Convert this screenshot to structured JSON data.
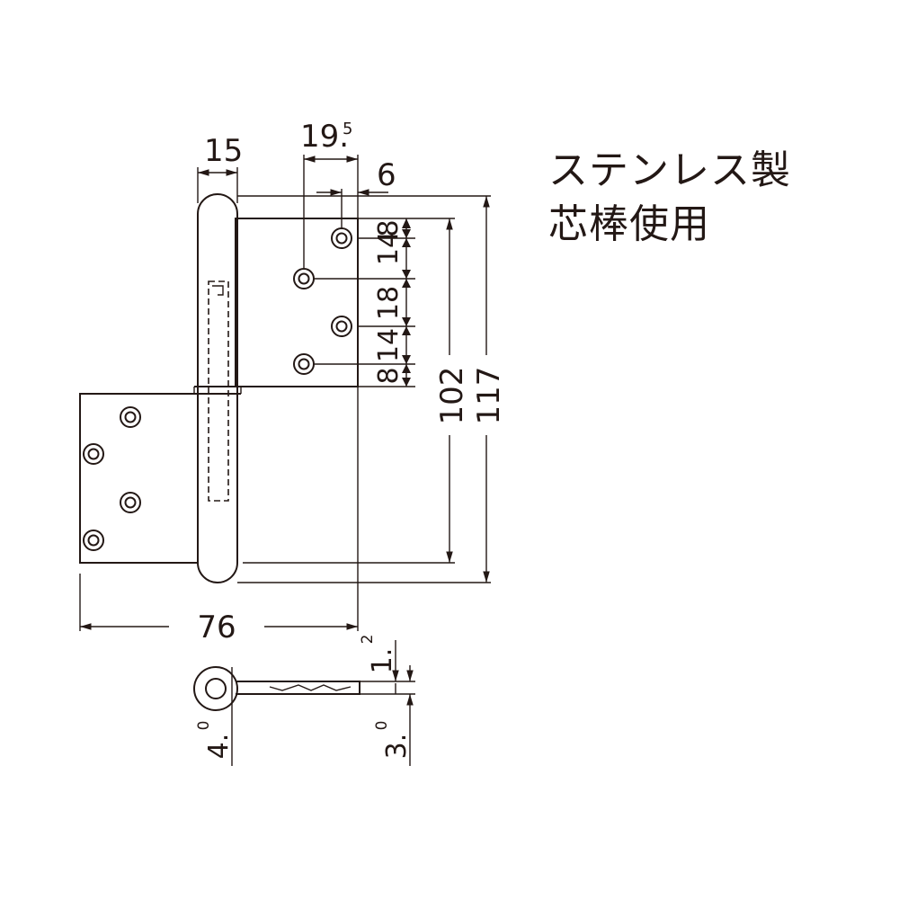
{
  "material_notes": [
    "ステンレス製",
    "芯棒使用"
  ],
  "dimensions": {
    "leaf_width": "15",
    "hole_offset_main": "19.",
    "hole_offset_sup": "5",
    "hole_edge": "6",
    "spacing": [
      "14",
      "8",
      "18",
      "14",
      "8"
    ],
    "height_leaf": "102",
    "height_total": "117",
    "overall_width": "76",
    "thickness_main": "1.",
    "thickness_sup": "2",
    "pin_dia_main": "4.",
    "pin_dia_sup": "0",
    "knuckle_main": "3.",
    "knuckle_sup": "0"
  }
}
